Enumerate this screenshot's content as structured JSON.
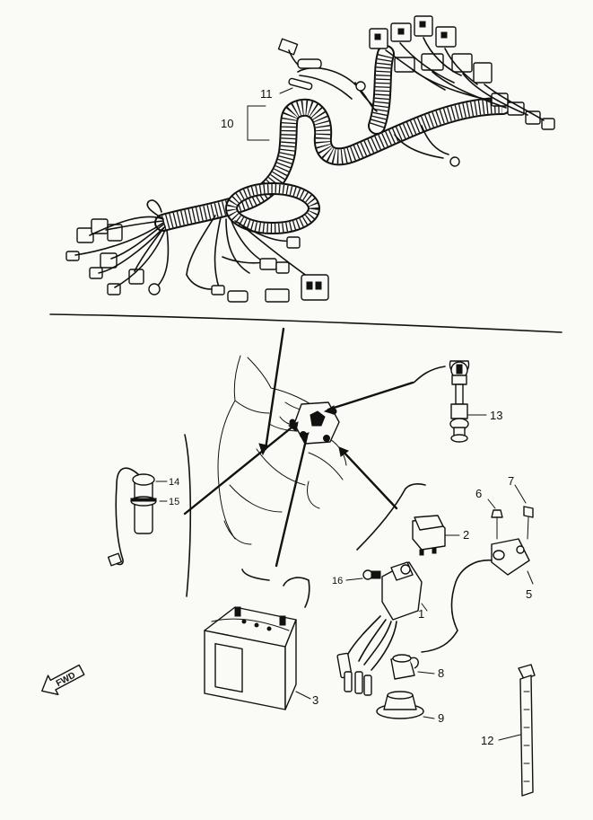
{
  "diagram": {
    "callouts": [
      {
        "id": "1",
        "label": "1"
      },
      {
        "id": "2",
        "label": "2"
      },
      {
        "id": "3",
        "label": "3"
      },
      {
        "id": "5",
        "label": "5"
      },
      {
        "id": "6",
        "label": "6"
      },
      {
        "id": "7",
        "label": "7"
      },
      {
        "id": "8",
        "label": "8"
      },
      {
        "id": "9",
        "label": "9"
      },
      {
        "id": "10",
        "label": "10"
      },
      {
        "id": "11",
        "label": "11"
      },
      {
        "id": "12",
        "label": "12"
      },
      {
        "id": "13",
        "label": "13"
      },
      {
        "id": "14",
        "label": "14"
      },
      {
        "id": "15",
        "label": "15"
      },
      {
        "id": "16",
        "label": "16"
      }
    ],
    "direction_badge": "FWD"
  }
}
